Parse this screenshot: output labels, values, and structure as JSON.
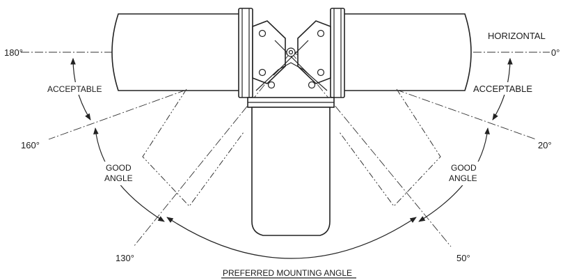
{
  "labels": {
    "horizontal": "HORIZONTAL",
    "angle_0": "0°",
    "angle_180": "180°",
    "angle_160": "160°",
    "angle_20": "20°",
    "angle_130": "130°",
    "angle_50": "50°",
    "acceptable_left": "ACCEPTABLE",
    "acceptable_right": "ACCEPTABLE",
    "good_left_1": "GOOD",
    "good_left_2": "ANGLE",
    "good_right_1": "GOOD",
    "good_right_2": "ANGLE",
    "preferred": "PREFERRED MOUNTING ANGLE"
  }
}
